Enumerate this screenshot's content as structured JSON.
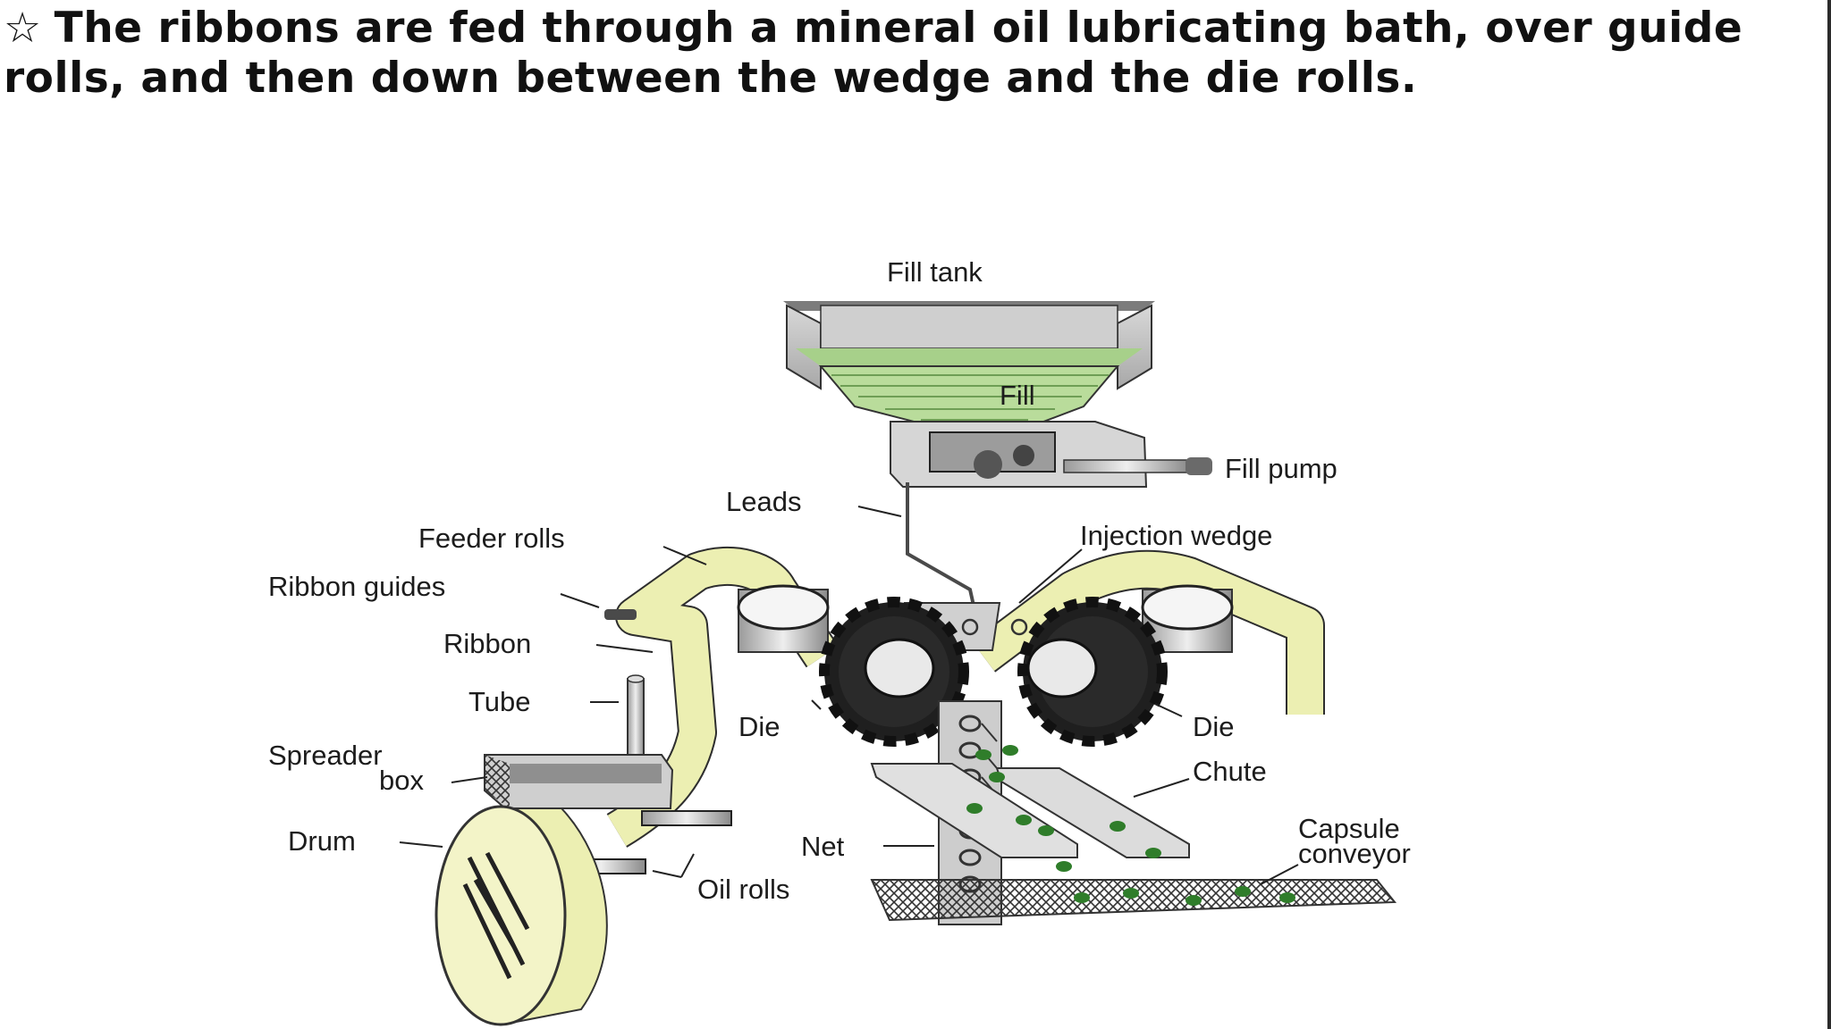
{
  "heading": {
    "star": "☆",
    "text": "The ribbons are fed through a mineral oil lubricating bath, over guide rolls, and then down between the wedge and the die rolls."
  },
  "labels": {
    "fill_tank": "Fill tank",
    "fill": "Fill",
    "fill_pump": "Fill pump",
    "leads": "Leads",
    "feeder_rolls": "Feeder rolls",
    "injection_wedge": "Injection wedge",
    "ribbon_guides": "Ribbon guides",
    "ribbon": "Ribbon",
    "tube": "Tube",
    "die_left": "Die",
    "die_right": "Die",
    "spreader": "Spreader",
    "box": "box",
    "chute": "Chute",
    "drum": "Drum",
    "net": "Net",
    "capsule": "Capsule",
    "conveyor": "conveyor",
    "oil_rolls": "Oil rolls"
  },
  "colors": {
    "ribbon": "#ecefb2",
    "fill": "#b9dc9b",
    "metal": "#c9c9c9",
    "capsule": "#2f7d2a"
  }
}
